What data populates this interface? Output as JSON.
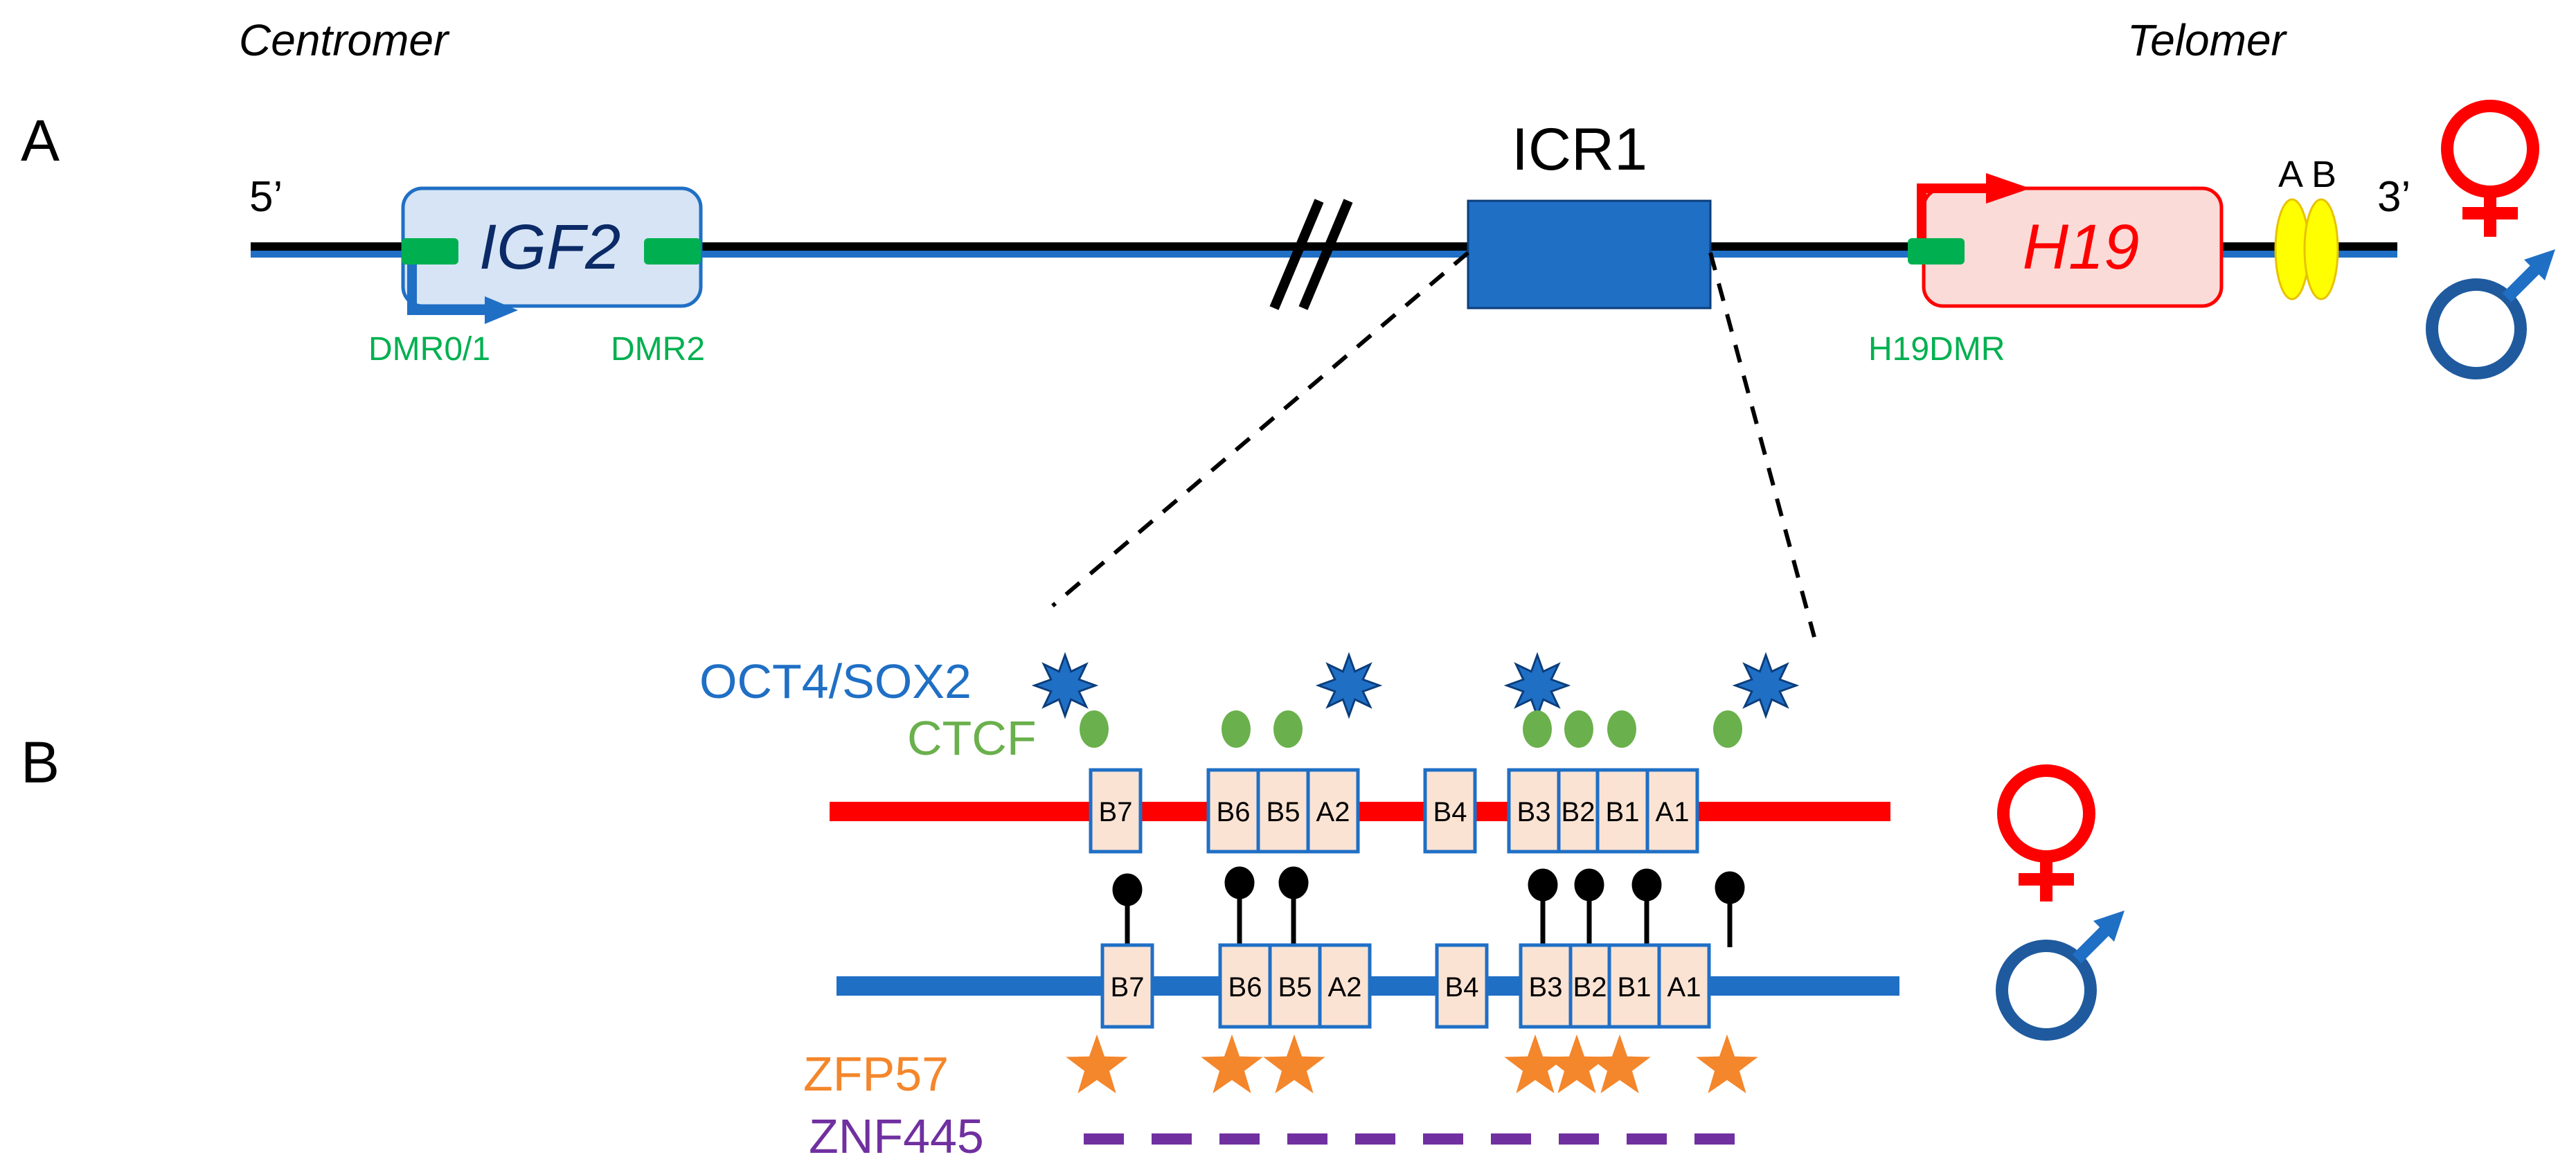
{
  "labels": {
    "centromer": "Centromer",
    "telomer": "Telomer",
    "panel_a": "A",
    "panel_b": "B",
    "five_prime": "5’",
    "three_prime": "3’",
    "igf2": "IGF2",
    "h19": "H19",
    "icr1": "ICR1",
    "dmr01": "DMR0/1",
    "dmr2": "DMR2",
    "h19dmr": "H19DMR",
    "enh_a": "A",
    "enh_b": "B",
    "oct4sox2": "OCT4/SOX2",
    "ctcf": "CTCF",
    "zfp57": "ZFP57",
    "znf445": "ZNF445"
  },
  "maternal_boxes": [
    "B7",
    "B6",
    "B5",
    "A2",
    "B4",
    "B3",
    "B2",
    "B1",
    "A1"
  ],
  "paternal_boxes": [
    "B7",
    "B6",
    "B5",
    "A2",
    "B4",
    "B3",
    "B2",
    "B1",
    "A1"
  ],
  "colors": {
    "maternal": "#ff0000",
    "paternal": "#1f6fc5",
    "dmr_green": "#00b050",
    "oct4": "#1f6fc5",
    "ctcf": "#6ab04c",
    "zfp57": "#f4862b",
    "znf445": "#7030a0",
    "icr1_box": "#1f6fc5",
    "igf2_fill": "#d6e4f5",
    "h19_fill": "#fadbd8",
    "site_fill": "#fbe3d3",
    "enhancer": "#ffff00"
  },
  "icons": {
    "female": "female-symbol-icon",
    "male": "male-symbol-icon",
    "oct4sox2": "star-burst-icon",
    "zfp57": "star-icon"
  }
}
